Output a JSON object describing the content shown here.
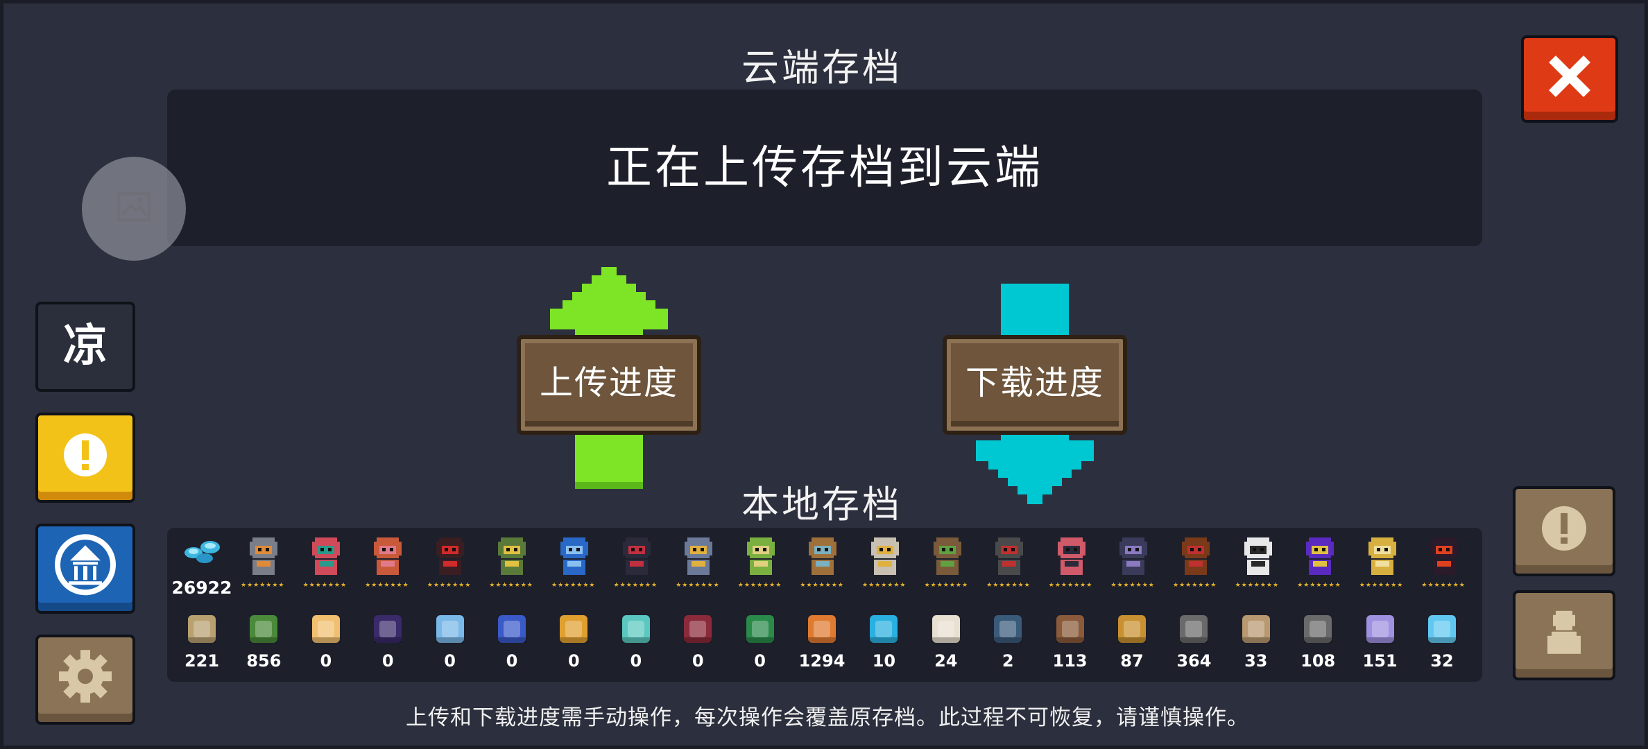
{
  "title_cloud": "云端存档",
  "status_message": "正在上传存档到云端",
  "upload_button": "上传进度",
  "download_button": "下载进度",
  "title_local": "本地存档",
  "warning_text": "上传和下载进度需手动操作，每次操作会覆盖原存档。此过程不可恢复，请谨慎操作。",
  "mod_badge": "凉",
  "colors": {
    "upload_arrow": "#7de526",
    "download_arrow": "#00c8d2",
    "close_button": "#df3a16",
    "notice_button": "#f3c218",
    "temple_button": "#1e64b4",
    "wood_button": "#6e553c"
  },
  "gems": {
    "icon": "gem-icon",
    "count": "26922"
  },
  "characters": [
    {
      "icon": "knight-icon",
      "color": "#7a7e88",
      "accent": "#e08a3a",
      "stars": "★★★★★★★"
    },
    {
      "icon": "rogue-icon",
      "color": "#d04a5a",
      "accent": "#2a9a8a",
      "stars": "★★★★★★★"
    },
    {
      "icon": "witch-icon",
      "color": "#c85a3a",
      "accent": "#e07a8a",
      "stars": "★★★★★★★"
    },
    {
      "icon": "assassin-icon",
      "color": "#3a1e22",
      "accent": "#d02a2a",
      "stars": "★★★★★★★"
    },
    {
      "icon": "engineer-icon",
      "color": "#5a7a3a",
      "accent": "#e0c040",
      "stars": "★★★★★★★"
    },
    {
      "icon": "robot-icon",
      "color": "#2a68c8",
      "accent": "#8ac0f0",
      "stars": "★★★★★★★"
    },
    {
      "icon": "vampire-icon",
      "color": "#2a2a3a",
      "accent": "#c03040",
      "stars": "★★★★★★★"
    },
    {
      "icon": "paladin-icon",
      "color": "#6a7a98",
      "accent": "#e0b040",
      "stars": "★★★★★★★"
    },
    {
      "icon": "elf-icon",
      "color": "#7ab040",
      "accent": "#e0d080",
      "stars": "★★★★★★★"
    },
    {
      "icon": "werewolf-icon",
      "color": "#a0703a",
      "accent": "#7ab0c0",
      "stars": "★★★★★★★"
    },
    {
      "icon": "priest-icon",
      "color": "#c8c0b0",
      "accent": "#e0b040",
      "stars": "★★★★★★★"
    },
    {
      "icon": "druid-icon",
      "color": "#7a5a3a",
      "accent": "#60a040",
      "stars": "★★★★★★★"
    },
    {
      "icon": "berserker-icon",
      "color": "#4a4a4a",
      "accent": "#c03030",
      "stars": "★★★★★★★"
    },
    {
      "icon": "taoist-icon",
      "color": "#d05a6a",
      "accent": "#2a2a3a",
      "stars": "★★★★★★★"
    },
    {
      "icon": "necromancer-icon",
      "color": "#3a3a5a",
      "accent": "#8a7ac0",
      "stars": "★★★★★★★"
    },
    {
      "icon": "alchemist-icon",
      "color": "#7a3a1a",
      "accent": "#c03030",
      "stars": "★★★★★★★"
    },
    {
      "icon": "officer-icon",
      "color": "#e8e8e8",
      "accent": "#2a2a2a",
      "stars": "★★★★★★★"
    },
    {
      "icon": "mage-icon",
      "color": "#5a2ac0",
      "accent": "#e0c040",
      "stars": "★★★★★★★"
    },
    {
      "icon": "golden-knight-icon",
      "color": "#d8b040",
      "accent": "#f0e0a0",
      "stars": "★★★★★★★"
    },
    {
      "icon": "demon-icon",
      "color": "#2a1a2a",
      "accent": "#e04020",
      "stars": "★★★★★★★"
    }
  ],
  "materials": [
    {
      "icon": "straw-icon",
      "color": "#b8a070",
      "count": "221"
    },
    {
      "icon": "battery-icon",
      "color": "#4a8a3a",
      "count": "856"
    },
    {
      "icon": "bible-icon",
      "color": "#f0c070",
      "count": "0"
    },
    {
      "icon": "spellbook-icon",
      "color": "#3a2a6a",
      "count": "0"
    },
    {
      "icon": "crystal-icon",
      "color": "#7ab8e8",
      "count": "0"
    },
    {
      "icon": "potion-icon",
      "color": "#3a5ac8",
      "count": "0"
    },
    {
      "icon": "coin-icon",
      "color": "#e0a030",
      "count": "0"
    },
    {
      "icon": "robot-part-icon",
      "color": "#5ac8c0",
      "count": "0"
    },
    {
      "icon": "mask-icon",
      "color": "#8a2a3a",
      "count": "0"
    },
    {
      "icon": "blueprint-icon",
      "color": "#2a8a4a",
      "count": "0"
    },
    {
      "icon": "ore-icon",
      "color": "#e07a30",
      "count": "1294"
    },
    {
      "icon": "orb-icon",
      "color": "#2ab0e0",
      "count": "10"
    },
    {
      "icon": "bag-icon",
      "color": "#e8e0d0",
      "count": "24"
    },
    {
      "icon": "feather-icon",
      "color": "#3a5a7a",
      "count": "2"
    },
    {
      "icon": "hammer-icon",
      "color": "#8a5a3a",
      "count": "113"
    },
    {
      "icon": "scroll-icon",
      "color": "#c89030",
      "count": "87"
    },
    {
      "icon": "gear-icon",
      "color": "#6a6a6a",
      "count": "364"
    },
    {
      "icon": "map-icon",
      "color": "#b89870",
      "count": "33"
    },
    {
      "icon": "rock-icon",
      "color": "#6a6a6a",
      "count": "108"
    },
    {
      "icon": "shard-icon",
      "color": "#a090e0",
      "count": "151"
    },
    {
      "icon": "ice-shard-icon",
      "color": "#60c8f0",
      "count": "32"
    }
  ]
}
